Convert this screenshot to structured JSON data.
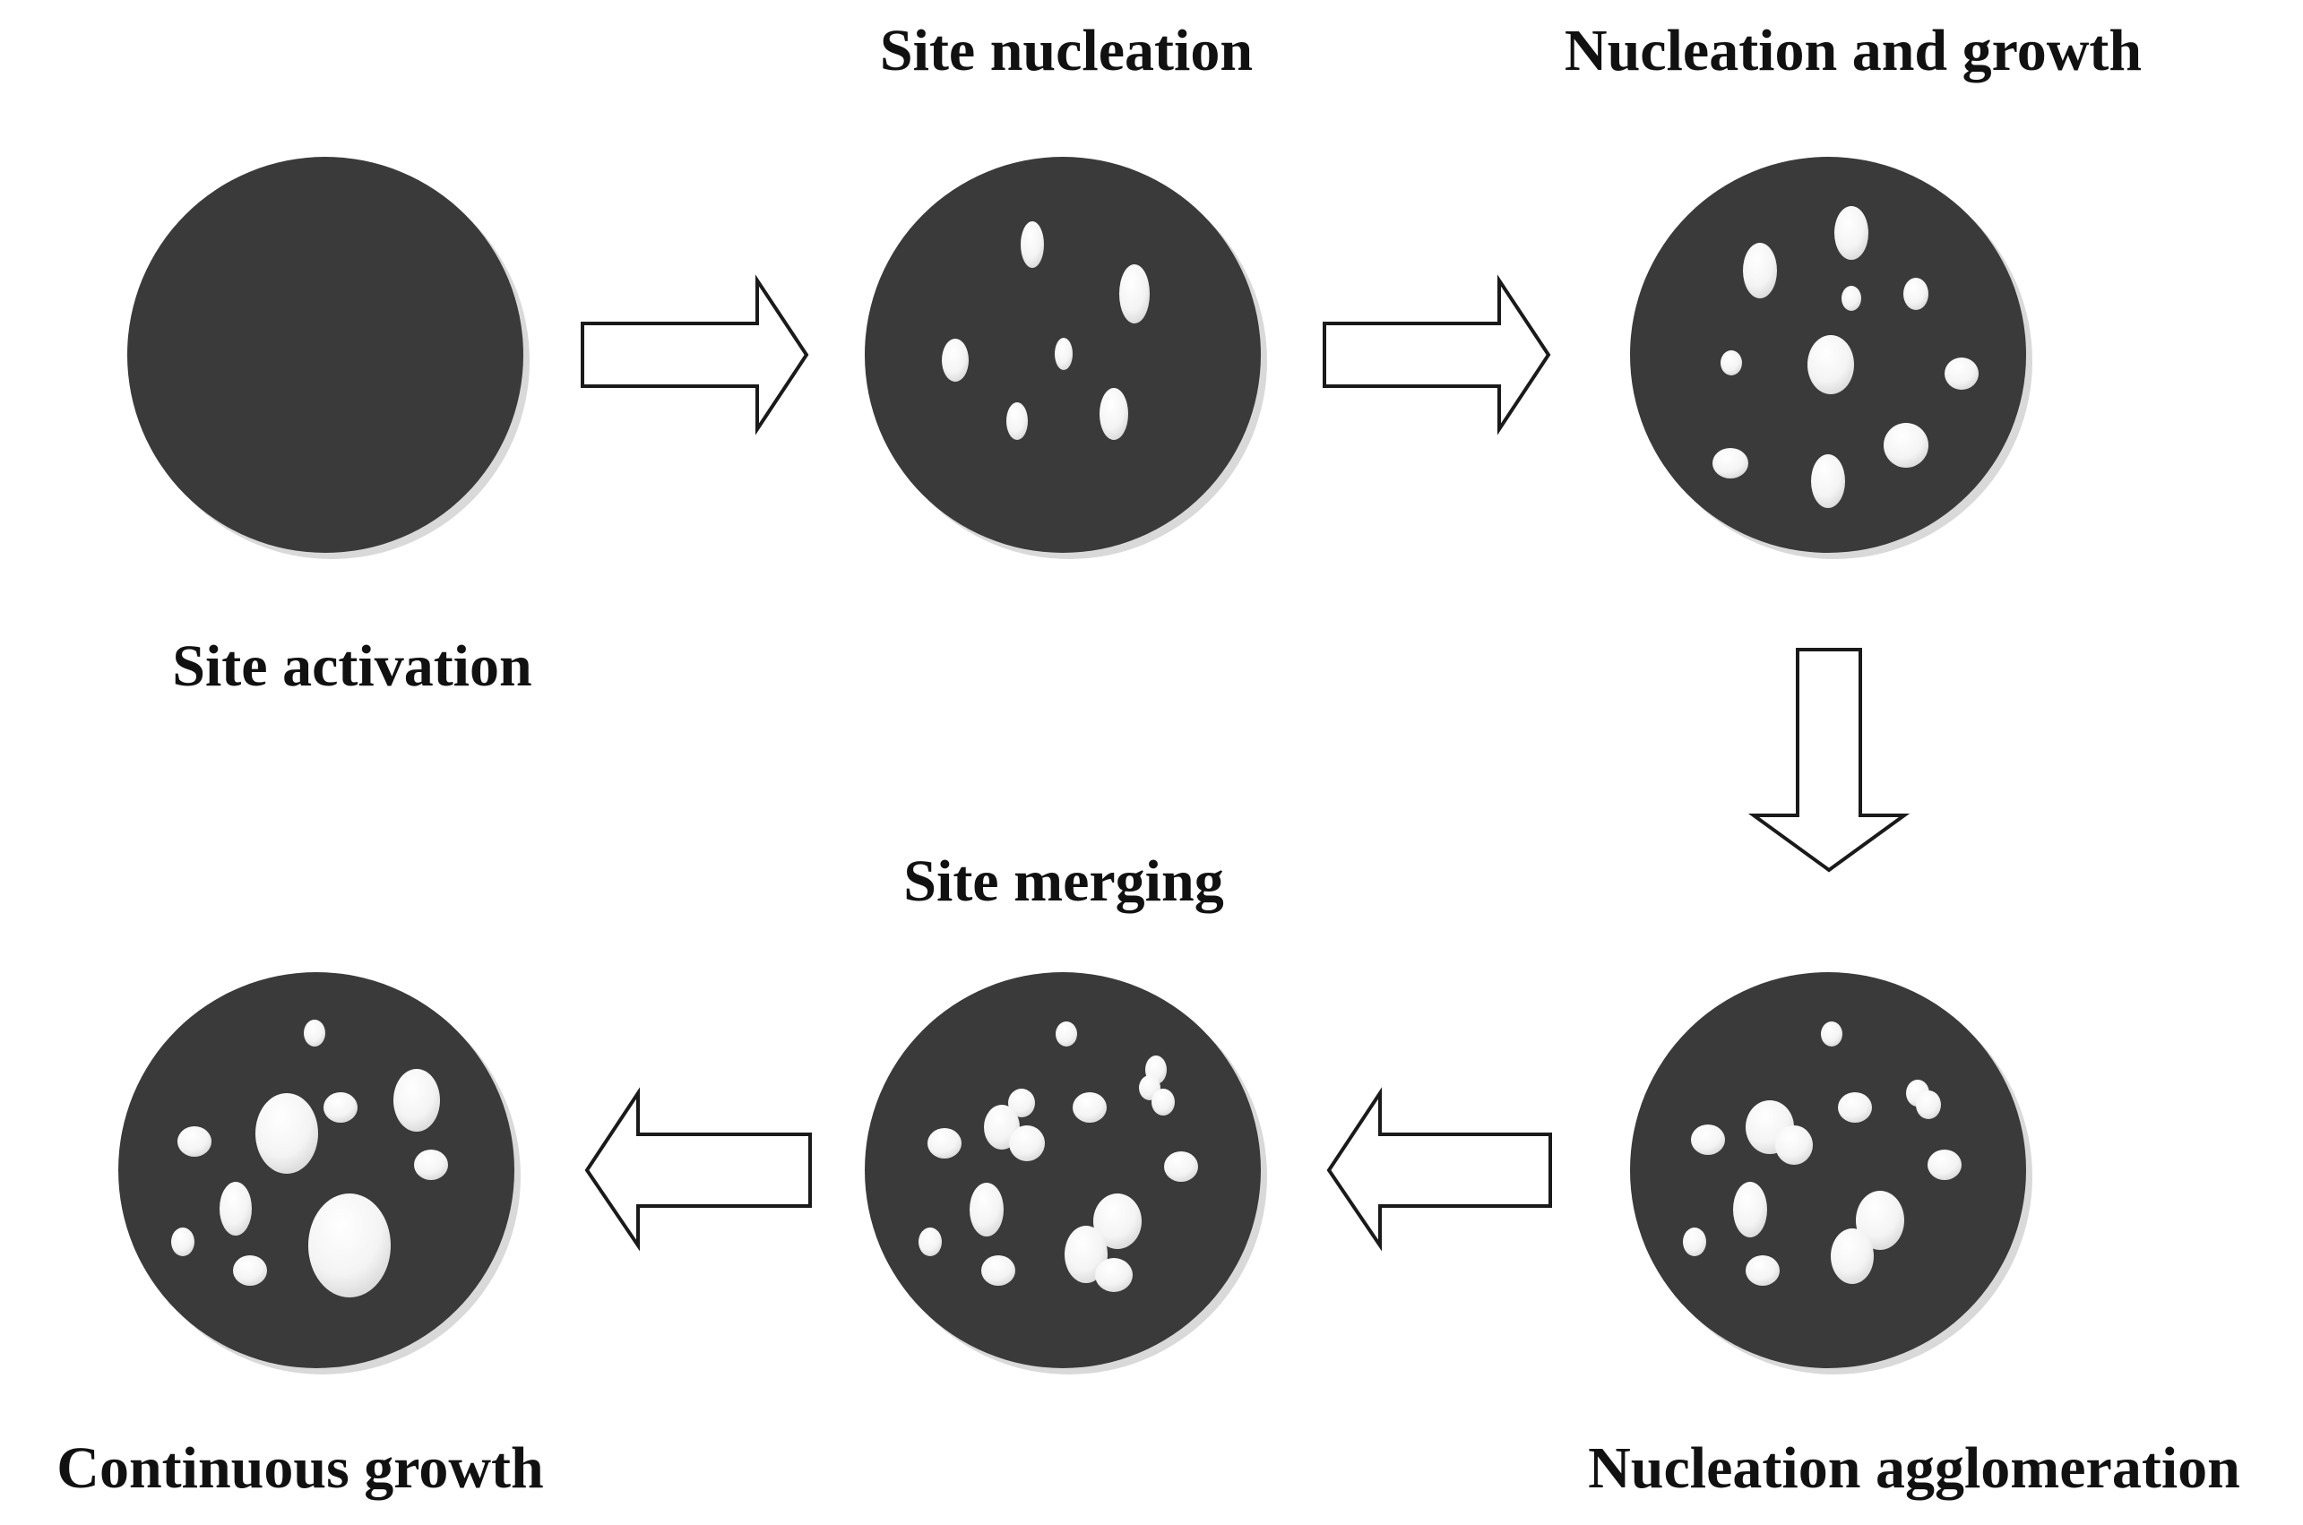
{
  "stages": [
    {
      "id": "site-activation",
      "label": "Site activation"
    },
    {
      "id": "site-nucleation",
      "label": "Site nucleation"
    },
    {
      "id": "nucleation-and-growth",
      "label": "Nucleation and growth"
    },
    {
      "id": "nucleation-agglomeration",
      "label": "Nucleation agglomeration"
    },
    {
      "id": "site-merging",
      "label": "Site merging"
    },
    {
      "id": "continuous-growth",
      "label": "Continuous growth"
    }
  ],
  "colors": {
    "disk": "#3a3a3a",
    "disk_shadow": "#d9d9d9",
    "spot_light": "#ffffff",
    "spot_shade": "#dcdcdc",
    "arrow_stroke": "#1a1a1a",
    "arrow_fill": "#ffffff",
    "text": "#111111"
  }
}
